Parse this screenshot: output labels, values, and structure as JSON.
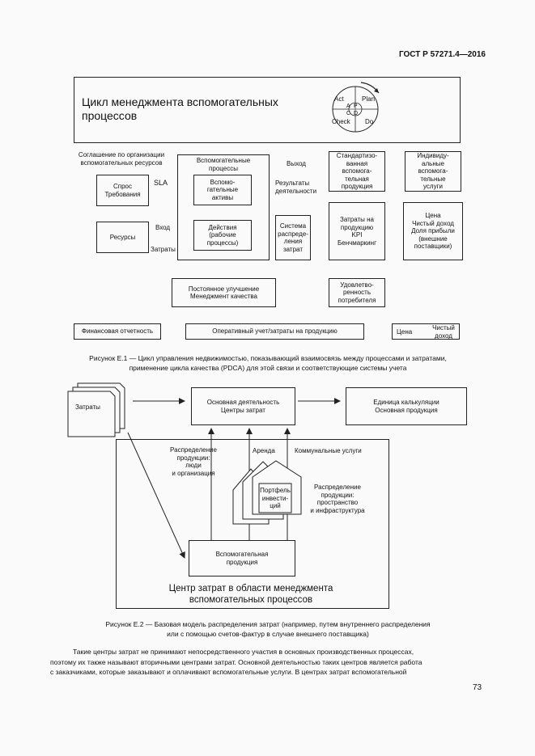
{
  "header": {
    "standard": "ГОСТ Р 57271.4—2016"
  },
  "fig1": {
    "title": "Цикл менеджмента вспомогательных\nпроцессов",
    "pdca": {
      "act": "Act",
      "plan": "Plan",
      "check": "Check",
      "do": "Do",
      "a": "A",
      "p": "P",
      "c": "C",
      "d": "D"
    },
    "agreement": "Соглашение по организации\nвспомогательных ресурсов",
    "demand": "Спрос\nТребования",
    "sla": "SLA",
    "resources": "Ресурсы",
    "input": "Вход",
    "costs": "Затраты",
    "aux_processes": "Вспомогательные\nпроцессы",
    "aux_assets": "Вспомо-\nгательные\nактивы",
    "actions": "Действия\n(рабочие\nпроцессы)",
    "output": "Выход",
    "results": "Результаты\nдеятельности",
    "cost_system": "Система\nраспреде-\nления\nзатрат",
    "standardized": "Стандартизо-\nванная\nвспомога-\nтельная\nпродукция",
    "individual": "Индивиду-\nальные\nвспомога-\nтельные\nуслуги",
    "cost_per_product": "Затраты на\nпродукцию\nKPI\nБенчмаркинг",
    "price_box": "Цена\nЧистый доход\nДоля прибыли\n(внешние\nпоставщики)",
    "improvement": "Постоянное улучшение\nМенеджмент качества",
    "satisfaction": "Удовлетво-\nренность\nпотребителя",
    "financial": "Финансовая отчетность",
    "operational": "Оперативный учет/затраты на продукцию",
    "price": "Цена",
    "net_income": "Чистый\nдоход",
    "caption": "Рисунок Е.1 — Цикл управления недвижимостью, показывающий взаимосвязь между процессами и затратами,\nприменение цикла качества (PDCA) для этой связи и соответствующие системы учета"
  },
  "fig2": {
    "costs": "Затраты",
    "main_activity": "Основная деятельность\nЦентры затрат",
    "unit": "Единица калькуляции\nОсновная продукция",
    "distribution_people": "Распределение\nпродукции:\nлюди\nи организация",
    "rent": "Аренда",
    "utilities": "Коммунальные услуги",
    "portfolio": "Портфель\nинвести-\nций",
    "distribution_space": "Распределение\nпродукции:\nпространство\nи инфраструктура",
    "aux_products": "Вспомогательная\nпродукция",
    "center": "Центр затрат в области менеджмента\nвспомогательных процессов",
    "caption": "Рисунок Е.2 — Базовая модель распределения затрат (например, путем внутреннего распределения\nили с помощью счетов-фактур в случае внешнего поставщика)"
  },
  "body_text": "Такие центры затрат не принимают непосредственного участия в основных производственных процессах,\nпоэтому их также называют вторичными центрами затрат. Основной деятельностью таких центров является работа\nс заказчиками, которые заказывают и оплачивают вспомогательные услуги. В центрах затрат вспомогательной",
  "page_number": "73"
}
